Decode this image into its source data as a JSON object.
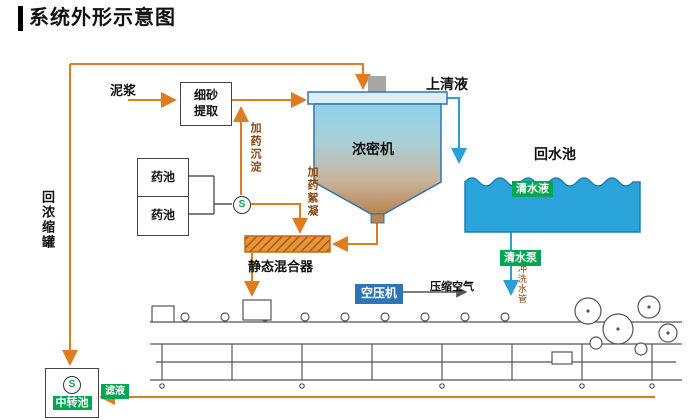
{
  "title": "系统外形示意图",
  "colors": {
    "orange": "#e07b20",
    "blue": "#2d9fd8",
    "green": "#00a651",
    "label_blue": "#2e75b6"
  },
  "labels": {
    "mud": "泥浆",
    "sand_extraction": "细砂提取",
    "supernatant": "上清液",
    "thickener": "浓密机",
    "return_pool": "回水池",
    "clean_water": "清水液",
    "clean_water_pump": "清水泵",
    "chem_tank_1": "药池",
    "chem_tank_2": "药池",
    "dosing_sedimentation": "加药沉淀",
    "dosing_flocculation": "加药絮凝",
    "static_mixer": "静态混合器",
    "air_compressor": "空压机",
    "compressed_air": "压缩空气",
    "flush_pipe": "冲洗水管",
    "return_thickener": "回浓缩罐",
    "transfer_pool": "中转池",
    "filtrate": "滤液",
    "pump_symbol": "S"
  }
}
